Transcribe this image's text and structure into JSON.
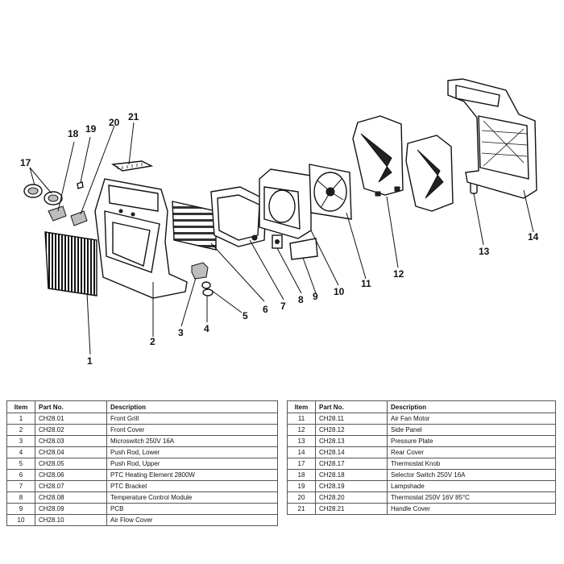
{
  "callouts": [
    "1",
    "2",
    "3",
    "4",
    "5",
    "6",
    "7",
    "8",
    "9",
    "10",
    "11",
    "12",
    "13",
    "14",
    "17",
    "18",
    "19",
    "20",
    "21"
  ],
  "table_headers": {
    "item": "Item",
    "part_no": "Part No.",
    "description": "Description"
  },
  "parts_left": [
    {
      "item": "1",
      "part_no": "CH28.01",
      "description": "Front Grill"
    },
    {
      "item": "2",
      "part_no": "CH28.02",
      "description": "Front Cover"
    },
    {
      "item": "3",
      "part_no": "CH28.03",
      "description": "Microswitch 250V 16A"
    },
    {
      "item": "4",
      "part_no": "CH28.04",
      "description": "Push Rod, Lower"
    },
    {
      "item": "5",
      "part_no": "CH28.05",
      "description": "Push Rod, Upper"
    },
    {
      "item": "6",
      "part_no": "CH28.06",
      "description": "PTC Heating Element 2800W"
    },
    {
      "item": "7",
      "part_no": "CH28.07",
      "description": "PTC Bracket"
    },
    {
      "item": "8",
      "part_no": "CH28.08",
      "description": "Temperature Control Module"
    },
    {
      "item": "9",
      "part_no": "CH28.09",
      "description": "PCB"
    },
    {
      "item": "10",
      "part_no": "CH28.10",
      "description": "Air Flow Cover"
    }
  ],
  "parts_right": [
    {
      "item": "11",
      "part_no": "CH28.11",
      "description": "Air Fan Motor"
    },
    {
      "item": "12",
      "part_no": "CH28.12",
      "description": "Side Panel"
    },
    {
      "item": "13",
      "part_no": "CH28.13",
      "description": "Pressure Plate"
    },
    {
      "item": "14",
      "part_no": "CH28.14",
      "description": "Rear Cover"
    },
    {
      "item": "17",
      "part_no": "CH28.17",
      "description": "Thermostat Knob"
    },
    {
      "item": "18",
      "part_no": "CH28.18",
      "description": "Selector Switch 250V 16A"
    },
    {
      "item": "19",
      "part_no": "CH28.19",
      "description": "Lampshade"
    },
    {
      "item": "20",
      "part_no": "CH28.20",
      "description": "Thermostat 250V 16V 85°C"
    },
    {
      "item": "21",
      "part_no": "CH28.21",
      "description": "Handle Cover"
    }
  ]
}
